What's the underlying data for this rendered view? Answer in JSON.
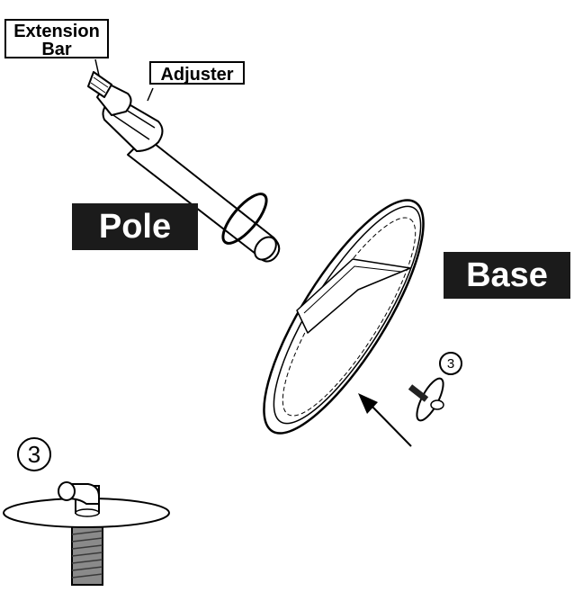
{
  "labels": {
    "extension_bar_line1": "Extension",
    "extension_bar_line2": "Bar",
    "adjuster": "Adjuster",
    "pole": "Pole",
    "base": "Base",
    "step_small": "3",
    "step_large": "3"
  },
  "icons": {
    "pole": "pole-assembly-icon",
    "base": "base-disc-icon",
    "bolt": "bolt-with-washer-icon",
    "arrow": "insert-direction-arrow-icon"
  },
  "colors": {
    "line": "#000000",
    "label_fill": "#1b1b1b",
    "label_text": "#ffffff",
    "thread": "#6e6e6e"
  }
}
